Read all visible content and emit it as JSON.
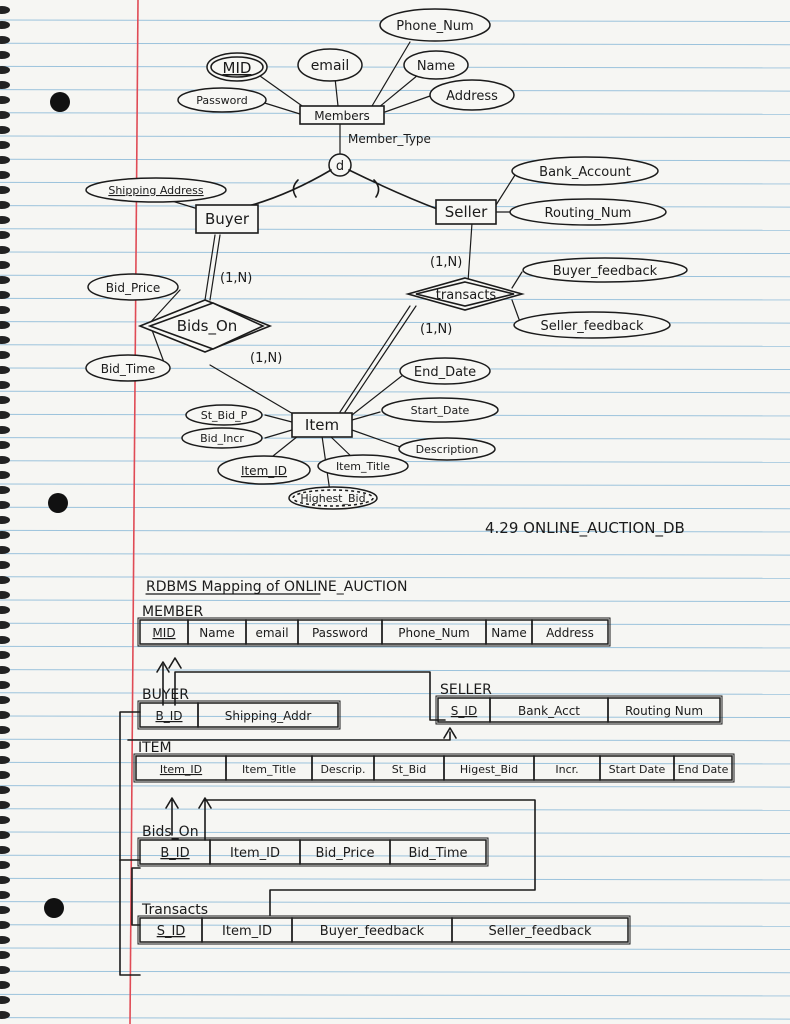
{
  "er": {
    "entities": {
      "members": "Members",
      "buyer": "Buyer",
      "seller": "Seller",
      "item": "Item"
    },
    "attributes": {
      "mid": "MID",
      "email": "email",
      "phone_num": "Phone_Num",
      "name": "Name",
      "password": "Password",
      "address": "Address",
      "shipping_address": "Shipping Address",
      "bank_account": "Bank_Account",
      "routing_num": "Routing_Num",
      "bid_price": "Bid_Price",
      "bid_time": "Bid_Time",
      "buyer_feedback": "Buyer_feedback",
      "seller_feedback": "Seller_feedback",
      "end_date": "End_Date",
      "start_date": "Start_Date",
      "st_bid_p": "St_Bid_P",
      "bid_incr": "Bid_Incr",
      "description": "Description",
      "item_id": "Item_ID",
      "item_title": "Item_Title",
      "highest_bid": "Highest_Bid"
    },
    "relationships": {
      "bids_on": "Bids_On",
      "transacts": "transacts"
    },
    "cardinalities": {
      "buyer_bids": "(1,N)",
      "item_bids": "(1,N)",
      "seller_transacts": "(1,N)",
      "item_transacts": "(1,N)"
    },
    "specialization": {
      "symbol": "d",
      "label": "Member_Type"
    }
  },
  "figure_label": "4.29 ONLINE_AUCTION_DB",
  "mapping": {
    "title": "RDBMS Mapping of ONLINE_AUCTION",
    "tables": [
      {
        "name": "MEMBER",
        "columns": [
          "MID",
          "Name",
          "email",
          "Password",
          "Phone_Num",
          "Name",
          "Address"
        ]
      },
      {
        "name": "BUYER",
        "columns": [
          "B_ID",
          "Shipping_Addr"
        ]
      },
      {
        "name": "SELLER",
        "columns": [
          "S_ID",
          "Bank_Acct",
          "Routing Num"
        ]
      },
      {
        "name": "ITEM",
        "columns": [
          "Item_ID",
          "Item_Title",
          "Descrip.",
          "St_Bid",
          "Higest_Bid",
          "Incr.",
          "Start Date",
          "End Date"
        ]
      },
      {
        "name": "Bids_On",
        "columns": [
          "B_ID",
          "Item_ID",
          "Bid_Price",
          "Bid_Time"
        ]
      },
      {
        "name": "Transacts",
        "columns": [
          "S_ID",
          "Item_ID",
          "Buyer_feedback",
          "Seller_feedback"
        ]
      }
    ]
  }
}
